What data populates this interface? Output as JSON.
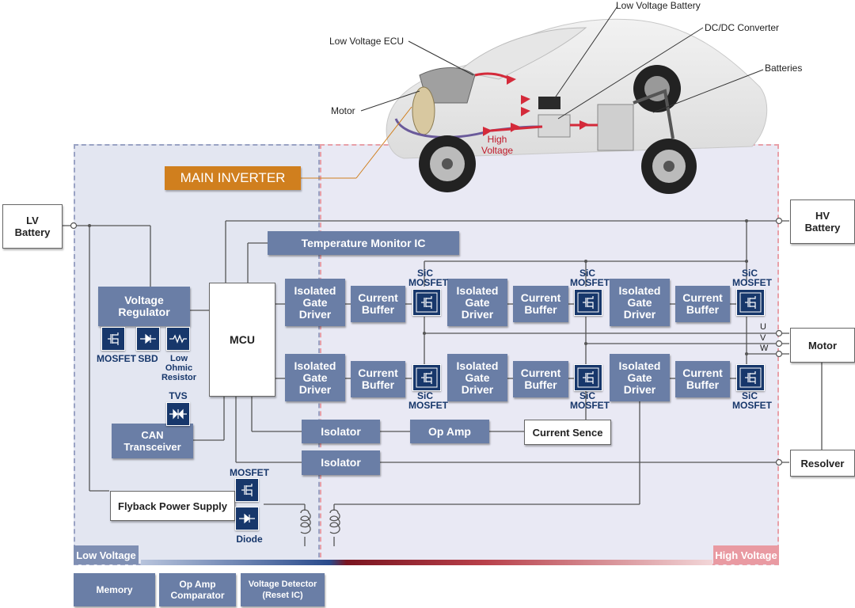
{
  "car": {
    "callouts": {
      "low_voltage_battery": "Low Voltage Battery",
      "dcdc_converter": "DC/DC Converter",
      "low_voltage_ecu": "Low Voltage ECU",
      "batteries": "Batteries",
      "motor": "Motor",
      "high_voltage": "High\nVoltage"
    }
  },
  "main_inverter": "MAIN INVERTER",
  "external": {
    "lv_battery": "LV\nBattery",
    "hv_battery": "HV\nBattery",
    "motor": "Motor",
    "resolver": "Resolver"
  },
  "blocks": {
    "temperature_monitor": "Temperature Monitor IC",
    "voltage_regulator": "Voltage\nRegulator",
    "mcu": "MCU",
    "can_transceiver": "CAN\nTransceiver",
    "flyback": "Flyback Power Supply",
    "isolator_1": "Isolator",
    "isolator_2": "Isolator",
    "op_amp": "Op Amp",
    "current_sence": "Current Sence",
    "gate_driver": "Isolated\nGate\nDriver",
    "current_buffer": "Current\nBuffer"
  },
  "component_labels": {
    "mosfet": "MOSFET",
    "sbd": "SBD",
    "low_ohmic_resistor": "Low\nOhmic\nResistor",
    "tvs": "TVS",
    "flyback_mosfet": "MOSFET",
    "diode": "Diode",
    "sic_mosfet": "SiC\nMOSFET"
  },
  "phases": [
    "U",
    "V",
    "W"
  ],
  "legend": {
    "low_voltage": "Low Voltage",
    "high_voltage": "High Voltage"
  },
  "chips": [
    "Memory",
    "Op Amp\nComparator",
    "Voltage Detector\n(Reset IC)"
  ],
  "colors": {
    "block_fill": "#6a7ea6",
    "icon_fill": "#17376b",
    "inverter_orange": "#d07f1e",
    "lv_zone": "#e3e6f1",
    "hv_border": "#e8a0a8",
    "arrow_red": "#d42a3a"
  }
}
